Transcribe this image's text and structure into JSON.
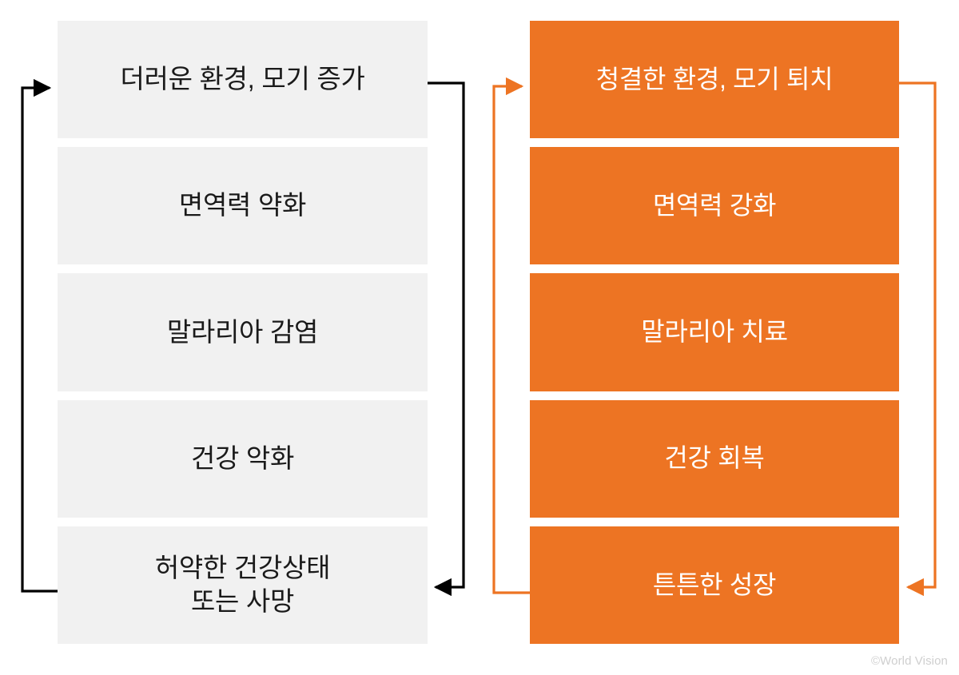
{
  "diagram": {
    "type": "two-column-cycle-flow",
    "columns": [
      {
        "id": "negative-cycle",
        "name": "negative-cycle",
        "accent_color": "#1a1a1a",
        "box_fill": "#f1f1f1",
        "text_color": "#1a1a1a",
        "steps": [
          {
            "label": "더러운 환경, 모기 증가"
          },
          {
            "label": "면역력 약화"
          },
          {
            "label": "말라리아 감염"
          },
          {
            "label": "건강 악화"
          },
          {
            "label": "허약한 건강상태\n또는 사망"
          }
        ]
      },
      {
        "id": "positive-cycle",
        "name": "positive-cycle",
        "accent_color": "#ed7423",
        "box_fill": "#ed7423",
        "text_color": "#ffffff",
        "steps": [
          {
            "label": "청결한 환경, 모기 퇴치"
          },
          {
            "label": "면역력 강화"
          },
          {
            "label": "말라리아 치료"
          },
          {
            "label": "건강 회복"
          },
          {
            "label": "튼튼한 성장"
          }
        ]
      }
    ],
    "connectors": [
      {
        "name": "negative-loop-right",
        "description": "from top box right edge, down outside right, arrow into bottom box right edge",
        "color": "#000000"
      },
      {
        "name": "negative-loop-left",
        "description": "from bottom box left edge, up outside left, arrow into top box left edge",
        "color": "#000000"
      },
      {
        "name": "positive-loop-right",
        "description": "from top box right edge, down outside right, arrow into bottom box right edge",
        "color": "#ed7423"
      },
      {
        "name": "positive-loop-left",
        "description": "from bottom box left edge, up outside left, arrow into top box left edge",
        "color": "#ed7423"
      }
    ]
  },
  "watermark": {
    "text": "©World Vision",
    "color": "#cfcfcf"
  },
  "colors": {
    "orange": "#ed7423",
    "gray_box": "#f1f1f1",
    "black": "#000000",
    "white": "#ffffff",
    "watermark_gray": "#cfcfcf",
    "page_background": "#ffffff"
  }
}
